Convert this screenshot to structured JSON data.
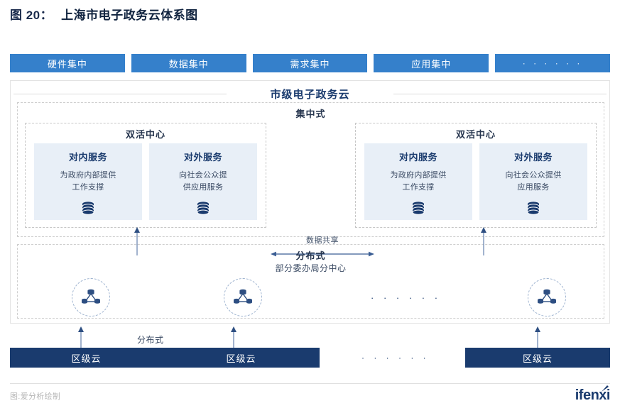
{
  "title": {
    "number": "图 20：",
    "text": "上海市电子政务云体系图"
  },
  "top_bars": [
    {
      "label": "硬件集中"
    },
    {
      "label": "数据集中"
    },
    {
      "label": "需求集中"
    },
    {
      "label": "应用集中"
    },
    {
      "label": "· · · · · ·"
    }
  ],
  "city_cloud": {
    "title": "市级电子政务云",
    "centralized": {
      "title": "集中式",
      "dual_centers": [
        {
          "title": "双活中心",
          "services": [
            {
              "title": "对内服务",
              "desc_line1": "为政府内部提供",
              "desc_line2": "工作支撑",
              "icon": "database-icon"
            },
            {
              "title": "对外服务",
              "desc_line1": "向社会公众提",
              "desc_line2": "供应用服务",
              "icon": "database-icon"
            }
          ]
        },
        {
          "title": "双活中心",
          "services": [
            {
              "title": "对内服务",
              "desc_line1": "为政府内部提供",
              "desc_line2": "工作支撑",
              "icon": "database-icon"
            },
            {
              "title": "对外服务",
              "desc_line1": "向社会公众提供",
              "desc_line2": "应用服务",
              "icon": "database-icon"
            }
          ]
        }
      ],
      "data_share_label": "数据共享"
    },
    "distributed": {
      "title": "分布式",
      "subtitle": "部分委办局分中心",
      "nodes": [
        {
          "icon": "distributed-node-icon"
        },
        {
          "icon": "distributed-node-icon"
        },
        {
          "icon": "distributed-node-icon"
        }
      ],
      "node_dots": "· · · · · ·"
    }
  },
  "district": {
    "arrow_label": "分布式",
    "bars": [
      {
        "label": "区级云"
      },
      {
        "label": "区级云"
      },
      {
        "label": "区级云"
      }
    ],
    "dots": "· · · · · ·"
  },
  "footer": {
    "source": "图:爱分析绘制",
    "logo": "ifenxi"
  },
  "colors": {
    "accent_blue": "#3580cb",
    "navy": "#1a3b6e",
    "card_bg": "#e8eff7",
    "text_dark": "#27364f",
    "muted": "#b4b4b4"
  }
}
